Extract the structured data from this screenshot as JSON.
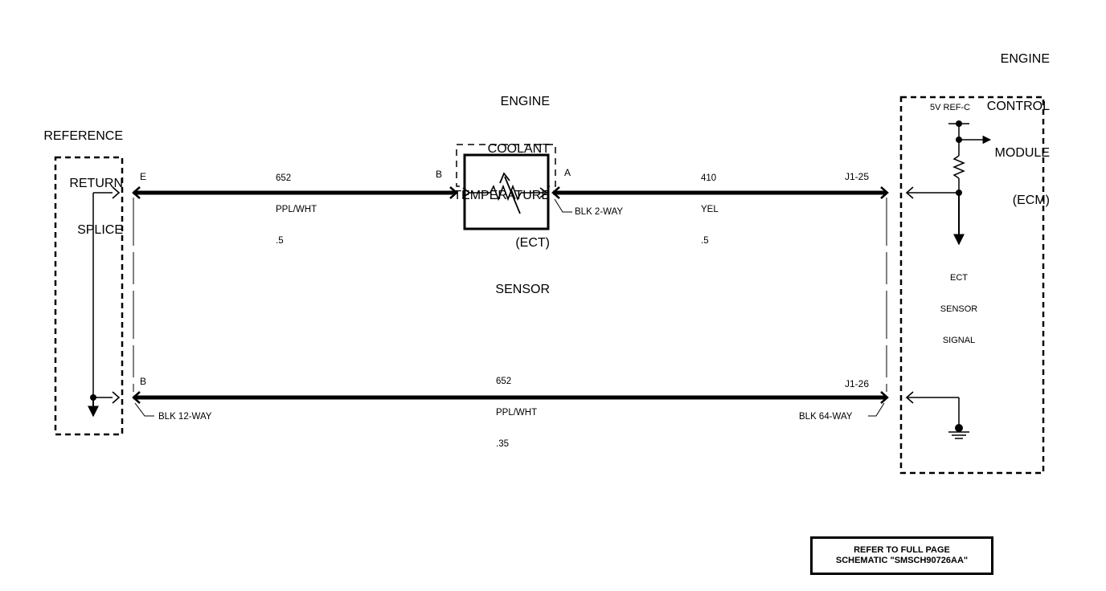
{
  "modules": {
    "ecm_title": [
      "ENGINE",
      "CONTROL",
      "MODULE",
      "(ECM)"
    ],
    "ect_title": [
      "ENGINE",
      "COOLANT",
      "TEMPERATURE",
      "(ECT)",
      "SENSOR"
    ],
    "splice_title": [
      "REFERENCE",
      "RETURN",
      "SPLICE"
    ]
  },
  "wires": {
    "top_left": {
      "circuit": "652",
      "color": "PPL/WHT",
      "gauge": ".5"
    },
    "top_right": {
      "circuit": "410",
      "color": "YEL",
      "gauge": ".5"
    },
    "bottom": {
      "circuit": "652",
      "color": "PPL/WHT",
      "gauge": ".35"
    }
  },
  "pins": {
    "splice_top": "E",
    "splice_bottom": "B",
    "sensor_left": "B",
    "sensor_right": "A",
    "ecm_top": "J1-25",
    "ecm_bottom": "J1-26"
  },
  "connectors": {
    "sensor": "BLK 2-WAY",
    "splice": "BLK 12-WAY",
    "ecm": "BLK 64-WAY"
  },
  "ecm_internal": {
    "ref_label": "5V REF-C",
    "signal_label": [
      "ECT",
      "SENSOR",
      "SIGNAL"
    ]
  },
  "note": [
    "REFER TO FULL PAGE",
    "SCHEMATIC \"SMSCH90726AA\""
  ]
}
